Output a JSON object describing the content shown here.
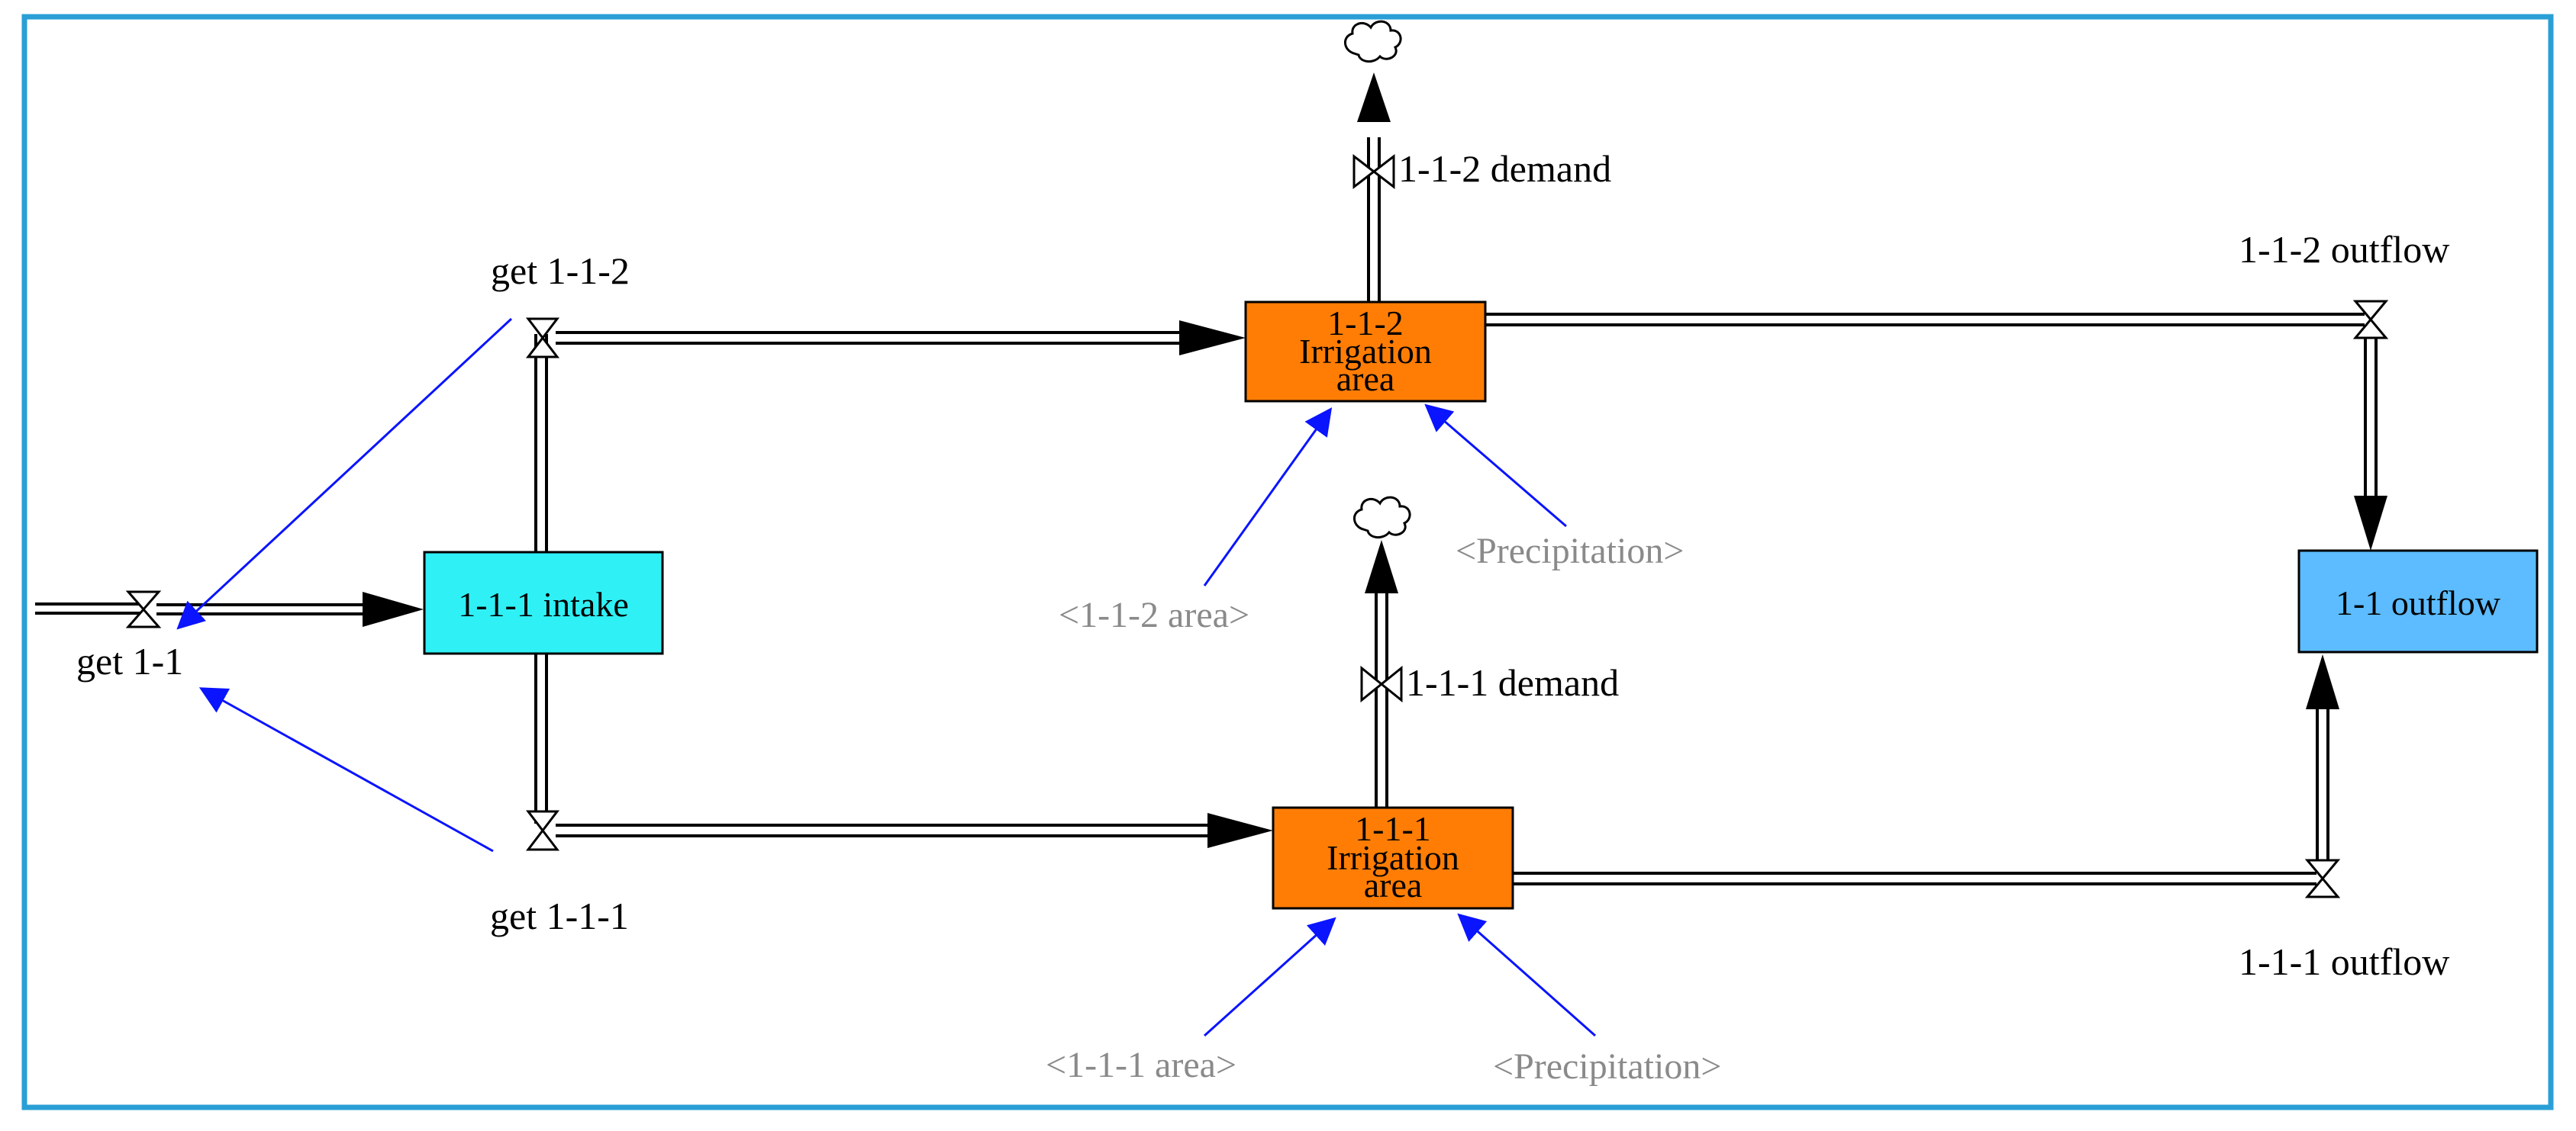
{
  "colors": {
    "frame": "#2a9fd6",
    "stock_intake": "#2ff0f5",
    "stock_irrigation": "#ff7d05",
    "stock_outflow": "#5cbcff",
    "flow_pipe": "#000000",
    "info_arrow": "#0a14ff",
    "shadow_text": "#8a8a8a"
  },
  "stocks": {
    "intake": "1-1-1 intake",
    "irr112_line1": "1-1-2",
    "irr112_line2": "Irrigation",
    "irr112_line3": "area",
    "irr111_line1": "1-1-1",
    "irr111_line2": "Irrigation",
    "irr111_line3": "area",
    "outflow": "1-1 outflow"
  },
  "flows": {
    "get_1_1": "get 1-1",
    "get_1_1_2": "get 1-1-2",
    "get_1_1_1": "get 1-1-1",
    "demand_112": "1-1-2 demand",
    "demand_111": "1-1-1 demand",
    "outflow_112": "1-1-2 outflow",
    "outflow_111": "1-1-1 outflow"
  },
  "shadow_variables": {
    "area_112": "<1-1-2 area>",
    "precip_upper": "<Precipitation>",
    "area_111": "<1-1-1 area>",
    "precip_lower": "<Precipitation>"
  },
  "icons": {
    "cloud": "cloud-icon",
    "valve": "valve-icon"
  }
}
